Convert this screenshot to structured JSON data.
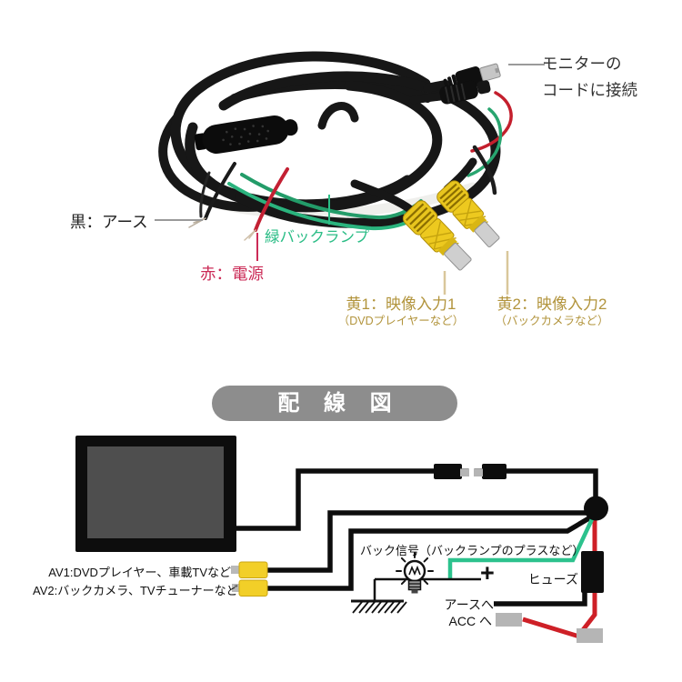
{
  "photo": {
    "callouts": {
      "monitor": {
        "line1": "モニターの",
        "line2": "コードに接続"
      },
      "black_wire": "黒：アース",
      "red_wire": "赤：電源",
      "green_wire": "緑バックランプ",
      "yellow1": {
        "title": "黄1：映像入力1",
        "subtitle": "（DVDプレイヤーなど）"
      },
      "yellow2": {
        "title": "黄2：映像入力2",
        "subtitle": "（バックカメラなど）"
      }
    }
  },
  "banner": {
    "title": "配 線 図"
  },
  "diagram": {
    "av1_label": "AV1:DVDプレイヤー、車載TVなど",
    "av2_label": "AV2:バックカメラ、TVチューナーなど",
    "back_signal_label": "バック信号（バックランプのプラスなど）",
    "fuse_label": "ヒューズ",
    "to_ground_label": "アースへ",
    "to_acc_label": "ACC へ",
    "plus_sign": "+"
  },
  "colors": {
    "label_green": "#2bbd86",
    "label_red": "#cb2a56",
    "label_gold": "#b2943c",
    "wire_green": "#2cc28d",
    "wire_red": "#ce2027",
    "rca_yellow": "#f2cf28",
    "banner_gray": "#8d8d8d"
  }
}
